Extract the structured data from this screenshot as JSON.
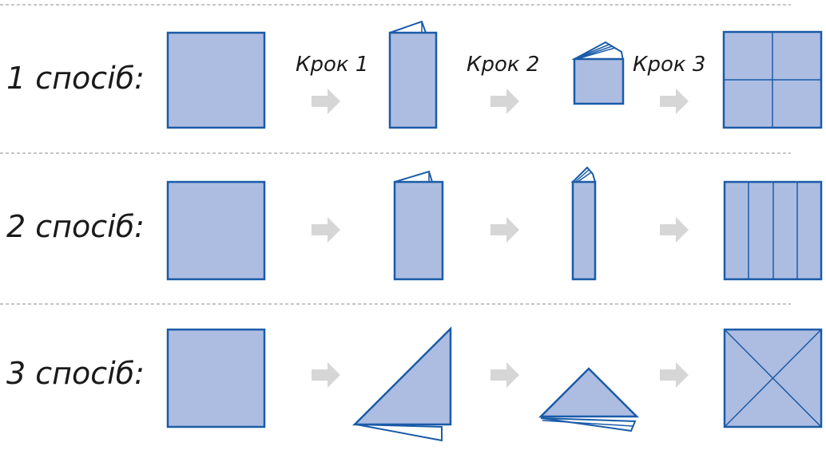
{
  "methods": [
    {
      "label": "1 спосіб:"
    },
    {
      "label": "2 спосіб:"
    },
    {
      "label": "3 спосіб:"
    }
  ],
  "steps": [
    {
      "label": "Крок 1"
    },
    {
      "label": "Крок 2"
    },
    {
      "label": "Крок 3"
    }
  ],
  "colors": {
    "paper_fill": "#adbde1",
    "outline": "#1a5ba8",
    "arrow": "#d6d6d6",
    "separator": "#8c8c8c"
  }
}
